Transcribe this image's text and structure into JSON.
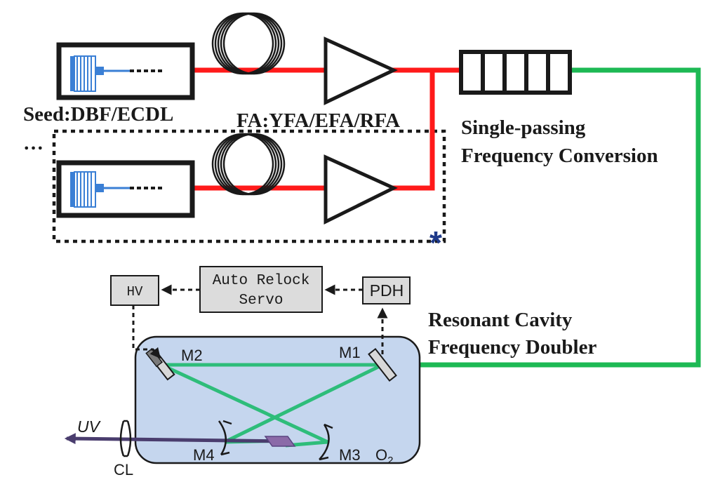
{
  "labels": {
    "seed": "Seed:DBF/ECDL",
    "fiber_amplifier": "FA:YFA/EFA/RFA",
    "ellipsis": "…",
    "asterisk": "*",
    "single_passing_line1": "Single-passing",
    "single_passing_line2": "Frequency Conversion",
    "resonant_line1": "Resonant Cavity",
    "resonant_line2": "Frequency Doubler",
    "hv": "HV",
    "servo_line1": "Auto Relock",
    "servo_line2": "Servo",
    "pdh": "PDH",
    "m1": "M1",
    "m2": "M2",
    "m3": "M3",
    "m4": "M4",
    "uv": "UV",
    "cl": "CL",
    "o2_base": "O",
    "o2_sub": "2"
  },
  "colors": {
    "fiber_red": "#ff1a1a",
    "beam_green": "#1db954",
    "cavity_beam": "#2ebd7a",
    "uv_beam": "#4a3d6e",
    "cavity_fill": "#c5d6ee",
    "laser_blue": "#3a7fd5",
    "box_gray": "#dcdcdc",
    "asterisk_blue": "#1f3a8a"
  }
}
